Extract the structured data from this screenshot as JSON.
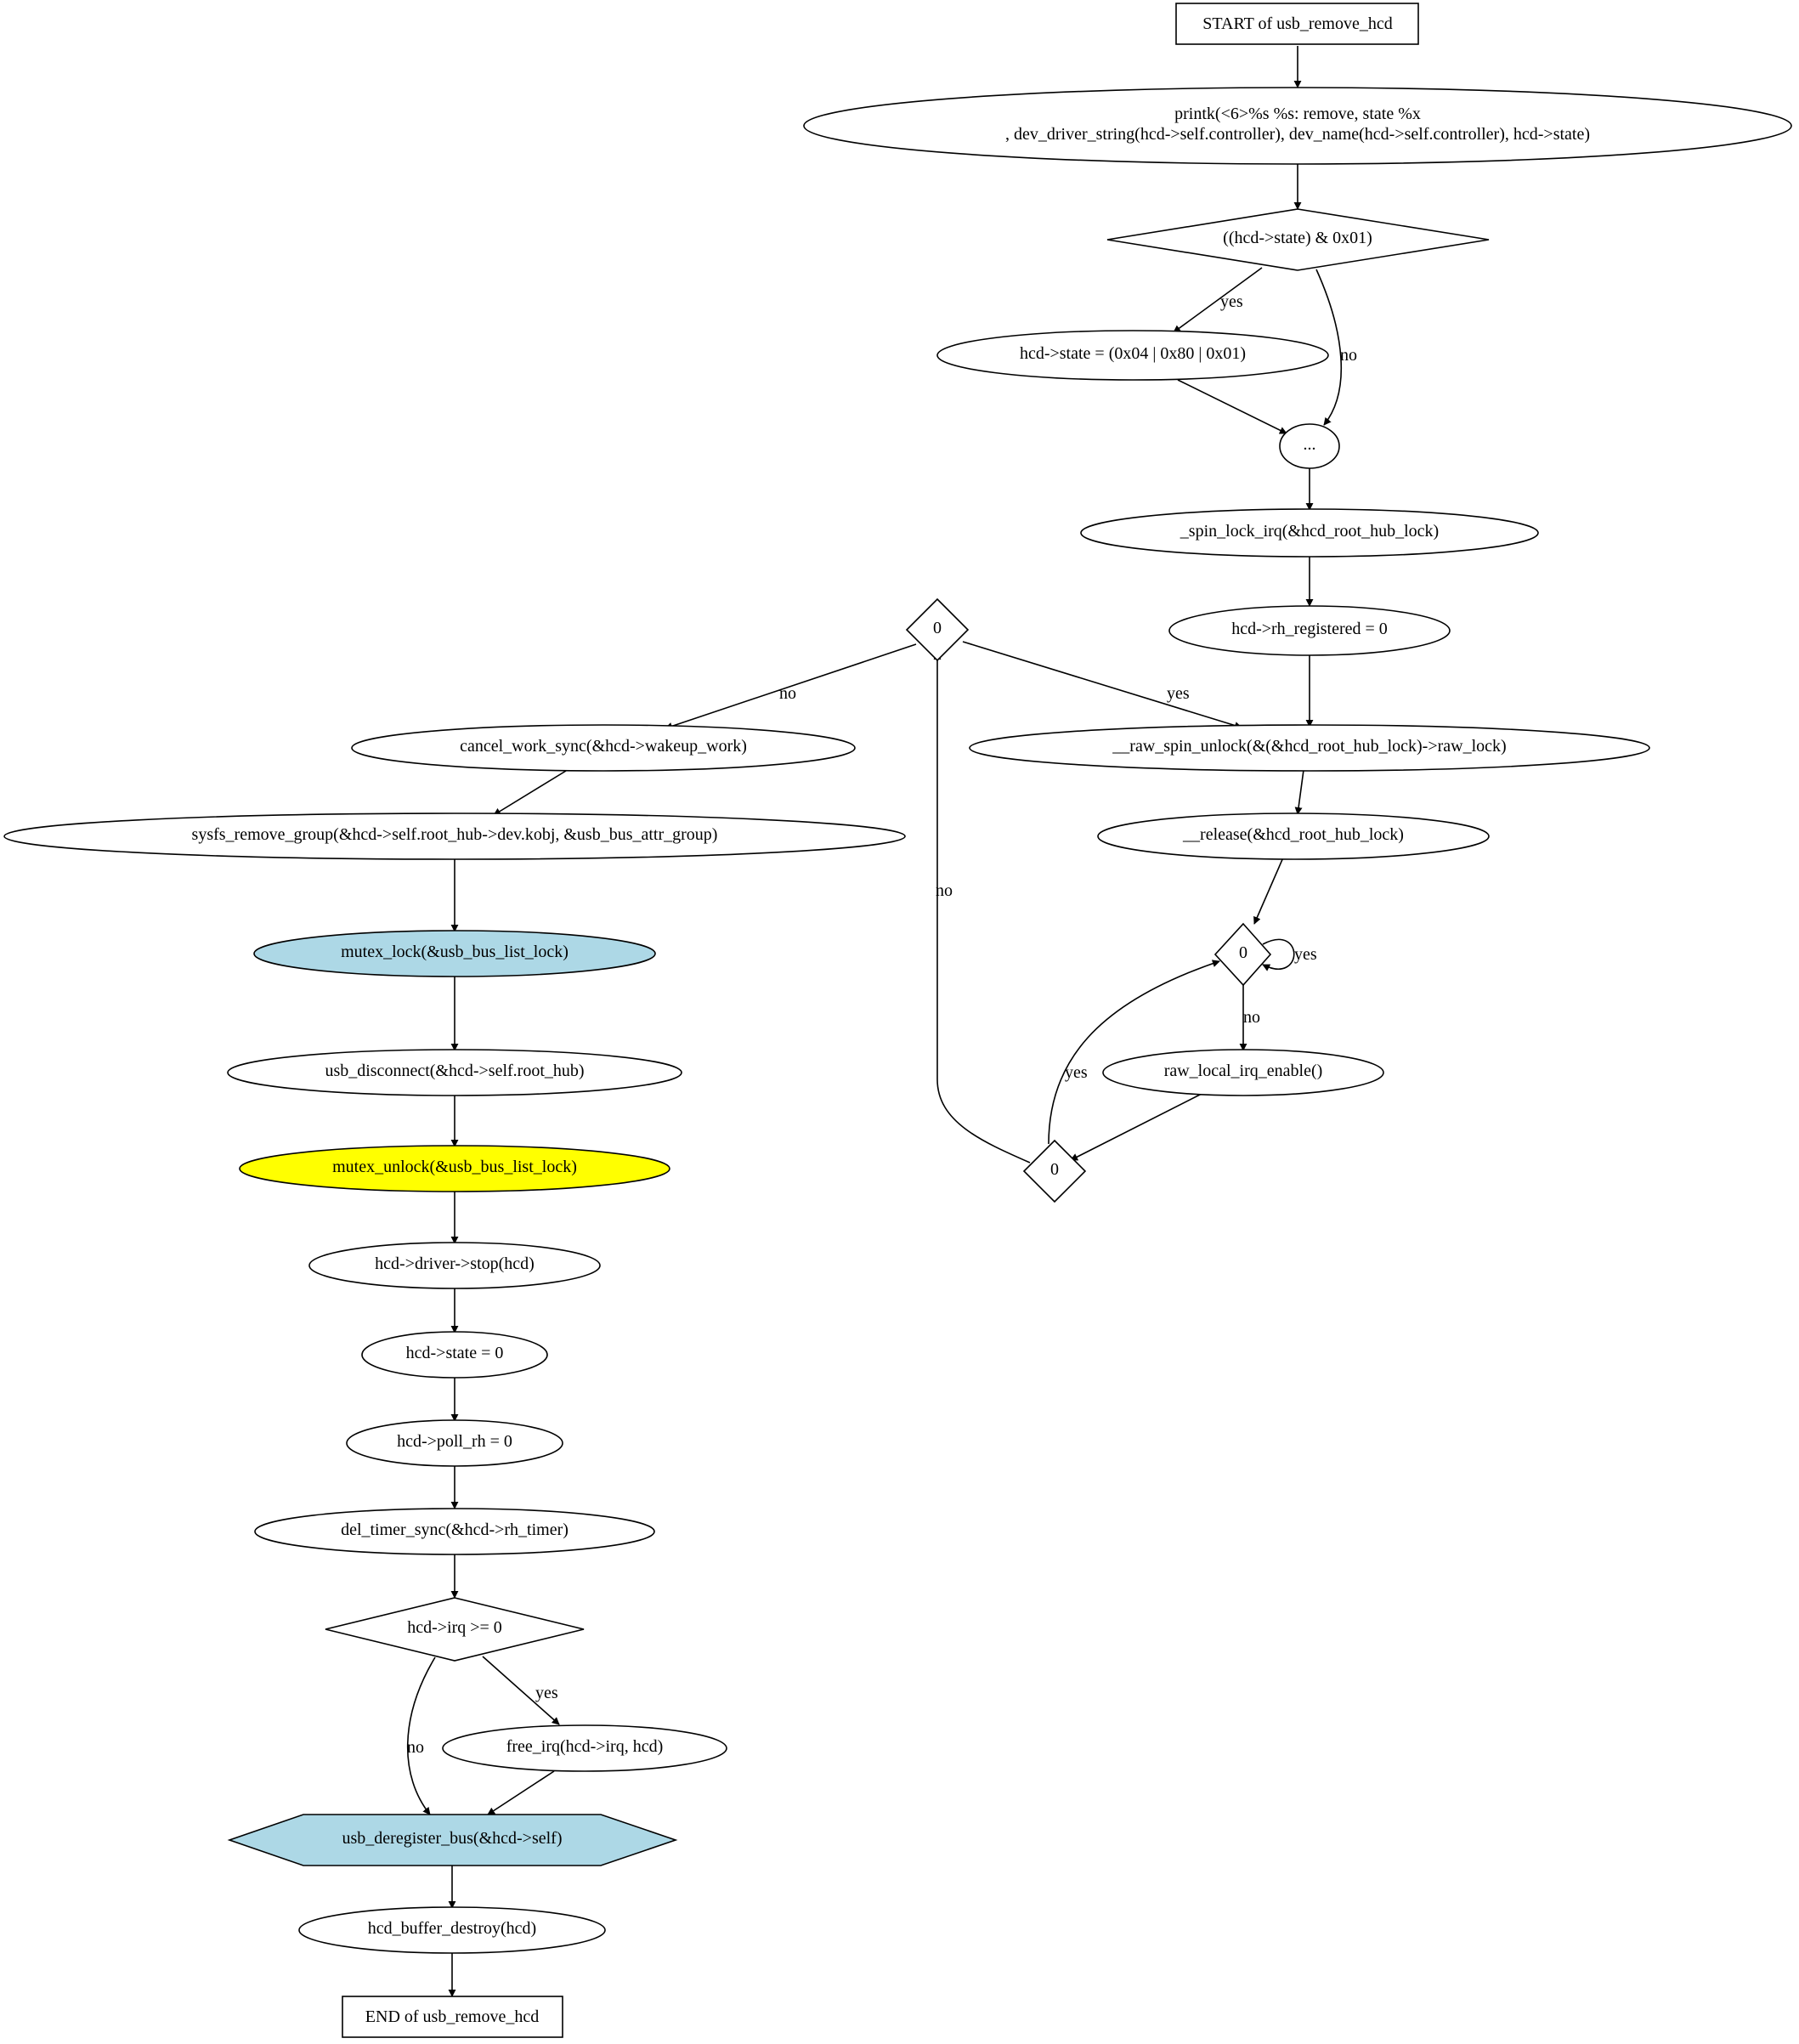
{
  "nodes": {
    "start": {
      "text": "START of usb_remove_hcd",
      "shape": "box"
    },
    "printk_1": {
      "text": "printk(<6>%s %s: remove, state %x",
      "shape": "ellipse"
    },
    "printk_2": {
      "text": ", dev_driver_string(hcd->self.controller), dev_name(hcd->self.controller), hcd->state)",
      "shape": "ellipse"
    },
    "state_check": {
      "text": "((hcd->state) & 0x01)",
      "shape": "diamond"
    },
    "state_assign": {
      "text": "hcd->state = (0x04 | 0x80 | 0x01)",
      "shape": "ellipse"
    },
    "ellipsis": {
      "text": "...",
      "shape": "ellipse"
    },
    "spin_lock": {
      "text": "_spin_lock_irq(&hcd_root_hub_lock)",
      "shape": "ellipse"
    },
    "rh_registered": {
      "text": "hcd->rh_registered = 0",
      "shape": "ellipse"
    },
    "raw_spin_unlock": {
      "text": "__raw_spin_unlock(&(&hcd_root_hub_lock)->raw_lock)",
      "shape": "ellipse"
    },
    "release": {
      "text": "__release(&hcd_root_hub_lock)",
      "shape": "ellipse"
    },
    "zero_right": {
      "text": "0",
      "shape": "diamond"
    },
    "raw_irq_enable": {
      "text": "raw_local_irq_enable()",
      "shape": "ellipse"
    },
    "zero_bottom": {
      "text": "0",
      "shape": "diamond"
    },
    "zero_top": {
      "text": "0",
      "shape": "diamond"
    },
    "cancel_work": {
      "text": "cancel_work_sync(&hcd->wakeup_work)",
      "shape": "ellipse"
    },
    "sysfs_remove": {
      "text": "sysfs_remove_group(&hcd->self.root_hub->dev.kobj, &usb_bus_attr_group)",
      "shape": "ellipse"
    },
    "mutex_lock": {
      "text": "mutex_lock(&usb_bus_list_lock)",
      "shape": "ellipse",
      "fill": "#add8e6"
    },
    "usb_disconnect": {
      "text": "usb_disconnect(&hcd->self.root_hub)",
      "shape": "ellipse"
    },
    "mutex_unlock": {
      "text": "mutex_unlock(&usb_bus_list_lock)",
      "shape": "ellipse",
      "fill": "#ffff00"
    },
    "driver_stop": {
      "text": "hcd->driver->stop(hcd)",
      "shape": "ellipse"
    },
    "state_zero": {
      "text": "hcd->state = 0",
      "shape": "ellipse"
    },
    "poll_rh": {
      "text": "hcd->poll_rh = 0",
      "shape": "ellipse"
    },
    "del_timer": {
      "text": "del_timer_sync(&hcd->rh_timer)",
      "shape": "ellipse"
    },
    "irq_check": {
      "text": "hcd->irq >= 0",
      "shape": "diamond"
    },
    "free_irq": {
      "text": "free_irq(hcd->irq, hcd)",
      "shape": "ellipse"
    },
    "deregister": {
      "text": "usb_deregister_bus(&hcd->self)",
      "shape": "hexagon",
      "fill": "#add8e6",
      "stroke": "#ffff00"
    },
    "buffer_destroy": {
      "text": "hcd_buffer_destroy(hcd)",
      "shape": "ellipse"
    },
    "end": {
      "text": "END of usb_remove_hcd",
      "shape": "box"
    }
  },
  "edges": [
    {
      "from": "start",
      "to": "printk"
    },
    {
      "from": "printk",
      "to": "state_check"
    },
    {
      "from": "state_check",
      "to": "state_assign",
      "label": "yes"
    },
    {
      "from": "state_check",
      "to": "ellipsis",
      "label": "no"
    },
    {
      "from": "state_assign",
      "to": "ellipsis"
    },
    {
      "from": "ellipsis",
      "to": "spin_lock"
    },
    {
      "from": "spin_lock",
      "to": "rh_registered"
    },
    {
      "from": "rh_registered",
      "to": "raw_spin_unlock"
    },
    {
      "from": "zero_top",
      "to": "raw_spin_unlock",
      "label": "yes"
    },
    {
      "from": "zero_top",
      "to": "cancel_work",
      "label": "no"
    },
    {
      "from": "raw_spin_unlock",
      "to": "release"
    },
    {
      "from": "release",
      "to": "zero_right"
    },
    {
      "from": "zero_right",
      "to": "zero_right",
      "label": "yes"
    },
    {
      "from": "zero_right",
      "to": "raw_irq_enable",
      "label": "no"
    },
    {
      "from": "raw_irq_enable",
      "to": "zero_bottom"
    },
    {
      "from": "zero_bottom",
      "to": "zero_right",
      "label": "yes"
    },
    {
      "from": "zero_bottom",
      "to": "zero_top",
      "label": "no"
    },
    {
      "from": "cancel_work",
      "to": "sysfs_remove"
    },
    {
      "from": "sysfs_remove",
      "to": "mutex_lock"
    },
    {
      "from": "mutex_lock",
      "to": "usb_disconnect"
    },
    {
      "from": "usb_disconnect",
      "to": "mutex_unlock"
    },
    {
      "from": "mutex_unlock",
      "to": "driver_stop"
    },
    {
      "from": "driver_stop",
      "to": "state_zero"
    },
    {
      "from": "state_zero",
      "to": "poll_rh"
    },
    {
      "from": "poll_rh",
      "to": "del_timer"
    },
    {
      "from": "del_timer",
      "to": "irq_check"
    },
    {
      "from": "irq_check",
      "to": "free_irq",
      "label": "yes"
    },
    {
      "from": "irq_check",
      "to": "deregister",
      "label": "no"
    },
    {
      "from": "free_irq",
      "to": "deregister"
    },
    {
      "from": "deregister",
      "to": "buffer_destroy"
    },
    {
      "from": "buffer_destroy",
      "to": "end"
    }
  ],
  "edge_labels": {
    "yes": "yes",
    "no": "no"
  }
}
